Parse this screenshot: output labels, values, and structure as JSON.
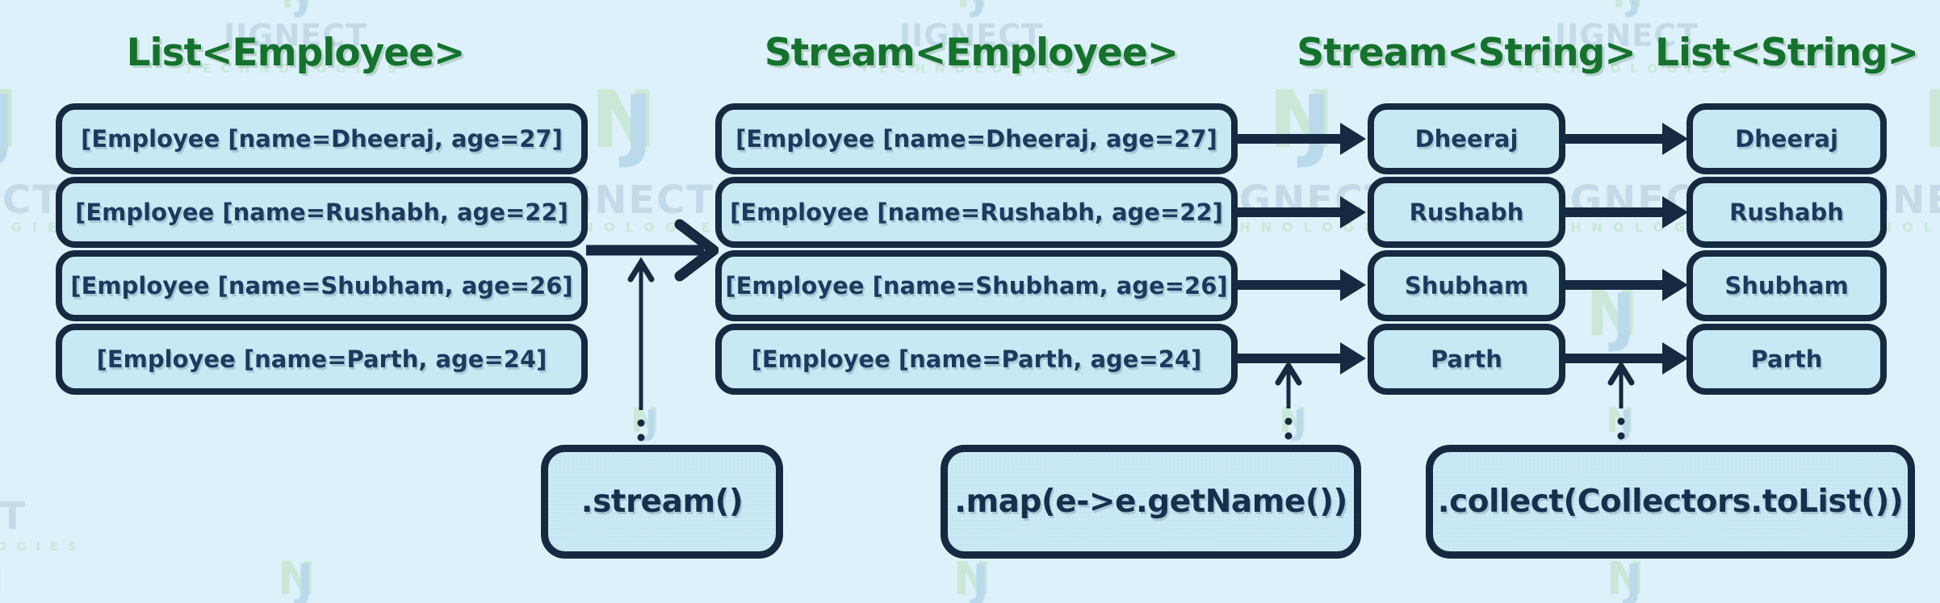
{
  "watermark": {
    "brand": "JIGNECT",
    "sub": "TECHNOLOGIES",
    "logo_parts": [
      "N",
      "J"
    ]
  },
  "diagram": {
    "columns": [
      {
        "title": "List<Employee>",
        "rows": [
          "[Employee [name=Dheeraj, age=27]",
          "[Employee [name=Rushabh, age=22]",
          "[Employee [name=Shubham, age=26]",
          "[Employee [name=Parth, age=24]"
        ]
      },
      {
        "title": "Stream<Employee>",
        "rows": [
          "[Employee [name=Dheeraj, age=27]",
          "[Employee [name=Rushabh, age=22]",
          "[Employee [name=Shubham, age=26]",
          "[Employee [name=Parth, age=24]"
        ]
      },
      {
        "title": "Stream<String>",
        "rows": [
          "Dheeraj",
          "Rushabh",
          "Shubham",
          "Parth"
        ]
      },
      {
        "title": "List<String>",
        "rows": [
          "Dheeraj",
          "Rushabh",
          "Shubham",
          "Parth"
        ]
      }
    ],
    "operations": [
      {
        "label": ".stream()"
      },
      {
        "label": ".map(e->e.getName())"
      },
      {
        "label": ".collect(Collectors.toList())"
      }
    ],
    "employees": [
      {
        "name": "Dheeraj",
        "age": 27
      },
      {
        "name": "Rushabh",
        "age": 22
      },
      {
        "name": "Shubham",
        "age": 26
      },
      {
        "name": "Parth",
        "age": 24
      }
    ]
  },
  "colors": {
    "title_green": "#15722d",
    "navy": "#152a40",
    "box_fill": "#c8e8f4",
    "background": "#ddf1fb",
    "box_text": "#1b3a5e"
  }
}
